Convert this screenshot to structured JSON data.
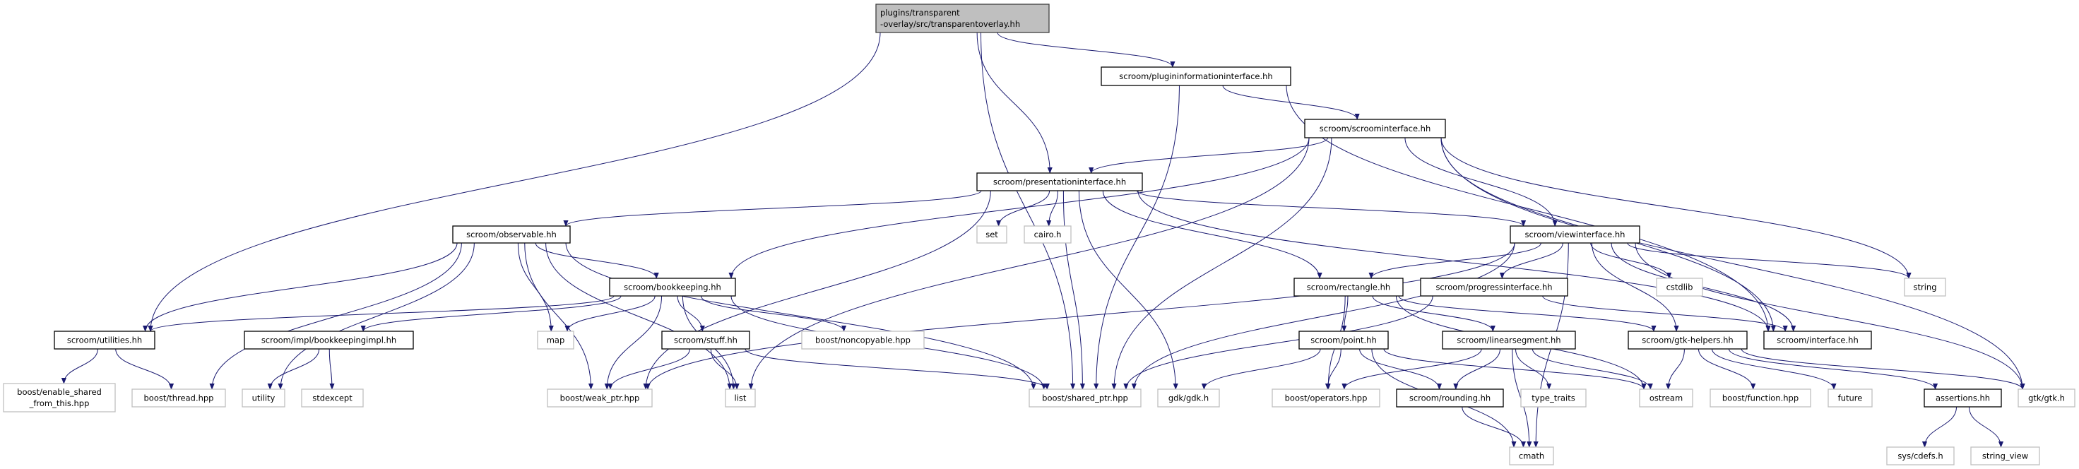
{
  "colors": {
    "edge": "#191970",
    "root_fill": "#bfbfbf",
    "external_border": "#bfbfbf",
    "internal_border": "#000000"
  },
  "nodes": [
    {
      "id": "root",
      "lines": [
        "plugins/transparent",
        "-overlay/src/transparentoverlay.hh"
      ],
      "kind": "root"
    },
    {
      "id": "plugininfo",
      "lines": [
        "scroom/plugininformationinterface.hh"
      ],
      "kind": "internal"
    },
    {
      "id": "scroominterface",
      "lines": [
        "scroom/scroominterface.hh"
      ],
      "kind": "internal"
    },
    {
      "id": "presentation",
      "lines": [
        "scroom/presentationinterface.hh"
      ],
      "kind": "internal"
    },
    {
      "id": "observable",
      "lines": [
        "scroom/observable.hh"
      ],
      "kind": "internal"
    },
    {
      "id": "set",
      "lines": [
        "set"
      ],
      "kind": "external"
    },
    {
      "id": "cairo",
      "lines": [
        "cairo.h"
      ],
      "kind": "external"
    },
    {
      "id": "viewinterface",
      "lines": [
        "scroom/viewinterface.hh"
      ],
      "kind": "internal"
    },
    {
      "id": "bookkeeping",
      "lines": [
        "scroom/bookkeeping.hh"
      ],
      "kind": "internal"
    },
    {
      "id": "rectangle",
      "lines": [
        "scroom/rectangle.hh"
      ],
      "kind": "internal"
    },
    {
      "id": "progress",
      "lines": [
        "scroom/progressinterface.hh"
      ],
      "kind": "internal"
    },
    {
      "id": "cstdlib",
      "lines": [
        "cstdlib"
      ],
      "kind": "external"
    },
    {
      "id": "string",
      "lines": [
        "string"
      ],
      "kind": "external"
    },
    {
      "id": "utilities",
      "lines": [
        "scroom/utilities.hh"
      ],
      "kind": "internal"
    },
    {
      "id": "bookkeepingimpl",
      "lines": [
        "scroom/impl/bookkeepingimpl.hh"
      ],
      "kind": "internal"
    },
    {
      "id": "map",
      "lines": [
        "map"
      ],
      "kind": "external"
    },
    {
      "id": "stuff",
      "lines": [
        "scroom/stuff.hh"
      ],
      "kind": "internal"
    },
    {
      "id": "noncopyable",
      "lines": [
        "boost/noncopyable.hpp"
      ],
      "kind": "external"
    },
    {
      "id": "point",
      "lines": [
        "scroom/point.hh"
      ],
      "kind": "internal"
    },
    {
      "id": "linearsegment",
      "lines": [
        "scroom/linearsegment.hh"
      ],
      "kind": "internal"
    },
    {
      "id": "gtkhelpers",
      "lines": [
        "scroom/gtk-helpers.hh"
      ],
      "kind": "internal"
    },
    {
      "id": "interface",
      "lines": [
        "scroom/interface.hh"
      ],
      "kind": "internal"
    },
    {
      "id": "enable_shared",
      "lines": [
        "boost/enable_shared",
        "_from_this.hpp"
      ],
      "kind": "external"
    },
    {
      "id": "thread",
      "lines": [
        "boost/thread.hpp"
      ],
      "kind": "external"
    },
    {
      "id": "utility",
      "lines": [
        "utility"
      ],
      "kind": "external"
    },
    {
      "id": "stdexcept",
      "lines": [
        "stdexcept"
      ],
      "kind": "external"
    },
    {
      "id": "weak_ptr",
      "lines": [
        "boost/weak_ptr.hpp"
      ],
      "kind": "external"
    },
    {
      "id": "list",
      "lines": [
        "list"
      ],
      "kind": "external"
    },
    {
      "id": "shared_ptr",
      "lines": [
        "boost/shared_ptr.hpp"
      ],
      "kind": "external"
    },
    {
      "id": "gdk",
      "lines": [
        "gdk/gdk.h"
      ],
      "kind": "external"
    },
    {
      "id": "operators",
      "lines": [
        "boost/operators.hpp"
      ],
      "kind": "external"
    },
    {
      "id": "rounding",
      "lines": [
        "scroom/rounding.hh"
      ],
      "kind": "internal"
    },
    {
      "id": "type_traits",
      "lines": [
        "type_traits"
      ],
      "kind": "external"
    },
    {
      "id": "ostream",
      "lines": [
        "ostream"
      ],
      "kind": "external"
    },
    {
      "id": "function",
      "lines": [
        "boost/function.hpp"
      ],
      "kind": "external"
    },
    {
      "id": "future",
      "lines": [
        "future"
      ],
      "kind": "external"
    },
    {
      "id": "assertions",
      "lines": [
        "assertions.hh"
      ],
      "kind": "internal"
    },
    {
      "id": "gtk",
      "lines": [
        "gtk/gtk.h"
      ],
      "kind": "external"
    },
    {
      "id": "cmath",
      "lines": [
        "cmath"
      ],
      "kind": "external"
    },
    {
      "id": "cdefs",
      "lines": [
        "sys/cdefs.h"
      ],
      "kind": "external"
    },
    {
      "id": "string_view",
      "lines": [
        "string_view"
      ],
      "kind": "external"
    }
  ],
  "edges": [
    [
      "root",
      "utilities"
    ],
    [
      "root",
      "shared_ptr"
    ],
    [
      "root",
      "presentation"
    ],
    [
      "root",
      "plugininfo"
    ],
    [
      "plugininfo",
      "scroominterface"
    ],
    [
      "plugininfo",
      "shared_ptr"
    ],
    [
      "plugininfo",
      "interface"
    ],
    [
      "scroominterface",
      "presentation"
    ],
    [
      "scroominterface",
      "bookkeeping"
    ],
    [
      "scroominterface",
      "list"
    ],
    [
      "scroominterface",
      "shared_ptr"
    ],
    [
      "scroominterface",
      "viewinterface"
    ],
    [
      "scroominterface",
      "string"
    ],
    [
      "scroominterface",
      "interface"
    ],
    [
      "scroominterface",
      "gtk"
    ],
    [
      "presentation",
      "observable"
    ],
    [
      "presentation",
      "weak_ptr"
    ],
    [
      "presentation",
      "set"
    ],
    [
      "presentation",
      "cairo"
    ],
    [
      "presentation",
      "shared_ptr"
    ],
    [
      "presentation",
      "gdk"
    ],
    [
      "presentation",
      "rectangle"
    ],
    [
      "presentation",
      "viewinterface"
    ],
    [
      "presentation",
      "interface"
    ],
    [
      "observable",
      "utilities"
    ],
    [
      "observable",
      "thread"
    ],
    [
      "observable",
      "utility"
    ],
    [
      "observable",
      "weak_ptr"
    ],
    [
      "observable",
      "map"
    ],
    [
      "observable",
      "bookkeeping"
    ],
    [
      "observable",
      "list"
    ],
    [
      "observable",
      "shared_ptr"
    ],
    [
      "bookkeeping",
      "utilities"
    ],
    [
      "bookkeeping",
      "bookkeepingimpl"
    ],
    [
      "bookkeeping",
      "map"
    ],
    [
      "bookkeeping",
      "weak_ptr"
    ],
    [
      "bookkeeping",
      "stuff"
    ],
    [
      "bookkeeping",
      "list"
    ],
    [
      "bookkeeping",
      "noncopyable"
    ],
    [
      "bookkeeping",
      "shared_ptr"
    ],
    [
      "utilities",
      "enable_shared"
    ],
    [
      "utilities",
      "thread"
    ],
    [
      "bookkeepingimpl",
      "utility"
    ],
    [
      "bookkeepingimpl",
      "stdexcept"
    ],
    [
      "stuff",
      "list"
    ],
    [
      "stuff",
      "weak_ptr"
    ],
    [
      "stuff",
      "shared_ptr"
    ],
    [
      "viewinterface",
      "weak_ptr"
    ],
    [
      "viewinterface",
      "shared_ptr"
    ],
    [
      "viewinterface",
      "rectangle"
    ],
    [
      "viewinterface",
      "progress"
    ],
    [
      "viewinterface",
      "cstdlib"
    ],
    [
      "viewinterface",
      "gtkhelpers"
    ],
    [
      "viewinterface",
      "interface"
    ],
    [
      "viewinterface",
      "string"
    ],
    [
      "viewinterface",
      "gtk"
    ],
    [
      "viewinterface",
      "cmath"
    ],
    [
      "rectangle",
      "point"
    ],
    [
      "rectangle",
      "operators"
    ],
    [
      "rectangle",
      "linearsegment"
    ],
    [
      "rectangle",
      "gtkhelpers"
    ],
    [
      "rectangle",
      "ostream"
    ],
    [
      "progress",
      "shared_ptr"
    ],
    [
      "progress",
      "interface"
    ],
    [
      "point",
      "gdk"
    ],
    [
      "point",
      "operators"
    ],
    [
      "point",
      "rounding"
    ],
    [
      "point",
      "ostream"
    ],
    [
      "point",
      "cmath"
    ],
    [
      "linearsegment",
      "operators"
    ],
    [
      "linearsegment",
      "rounding"
    ],
    [
      "linearsegment",
      "type_traits"
    ],
    [
      "linearsegment",
      "ostream"
    ],
    [
      "linearsegment",
      "cmath"
    ],
    [
      "rounding",
      "cmath"
    ],
    [
      "gtkhelpers",
      "ostream"
    ],
    [
      "gtkhelpers",
      "function"
    ],
    [
      "gtkhelpers",
      "future"
    ],
    [
      "gtkhelpers",
      "assertions"
    ],
    [
      "gtkhelpers",
      "gtk"
    ],
    [
      "assertions",
      "cdefs"
    ],
    [
      "assertions",
      "string_view"
    ]
  ]
}
